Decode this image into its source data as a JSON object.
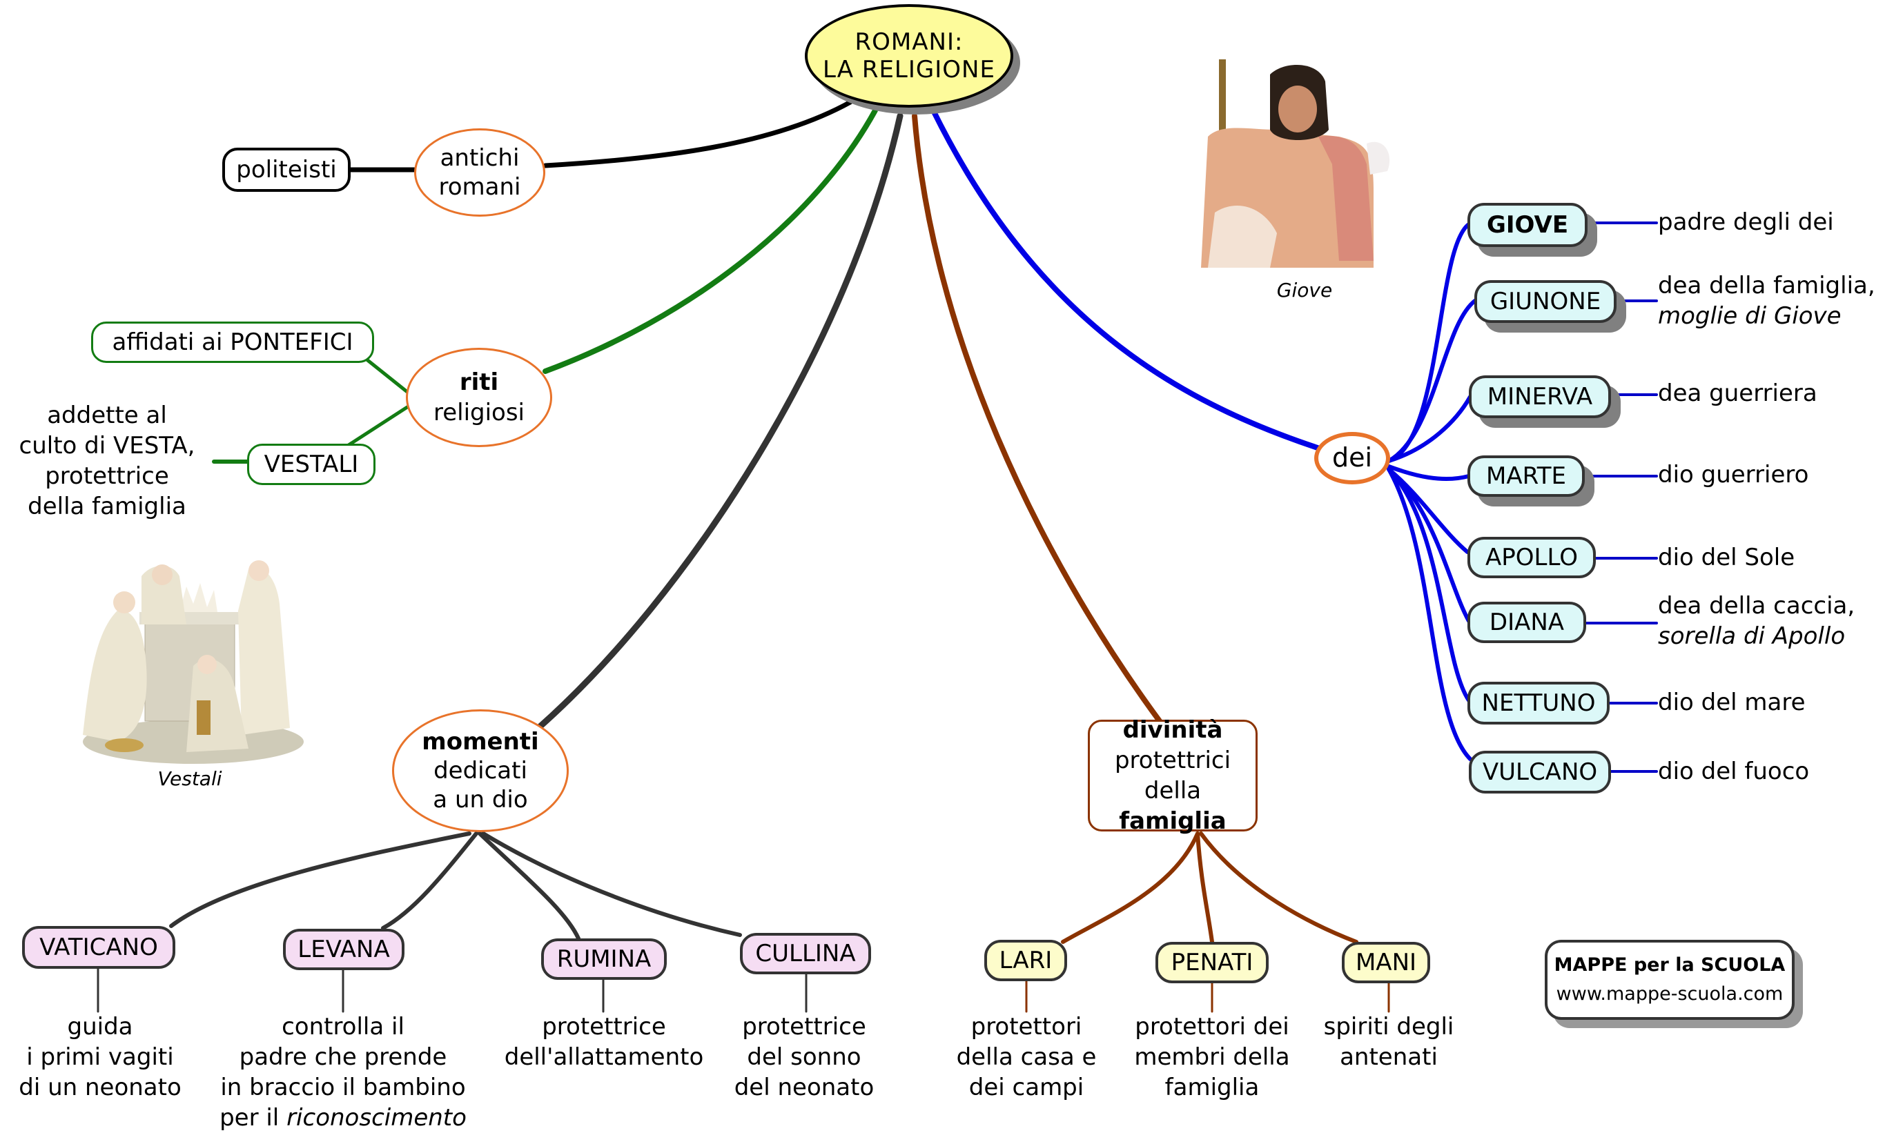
{
  "title": {
    "line1": "ROMANI:",
    "line2": "LA RELIGIONE"
  },
  "colors": {
    "center_fill": "#fdfb9b",
    "branch_black": "#000000",
    "branch_green": "#137c13",
    "branch_darkgray": "#333333",
    "branch_brown": "#8b3300",
    "branch_blue": "#0000e6",
    "ellipse_border": "#e8732a"
  },
  "antichi_romani": {
    "label_line1": "antichi",
    "label_line2": "romani",
    "child": "politeisti"
  },
  "riti": {
    "label_bold": "riti",
    "label_rest": "religiosi",
    "pontefici": "affidati ai PONTEFICI",
    "vestali": "VESTALI",
    "vestali_desc": [
      "addette al",
      "culto di VESTA,",
      "protettrice",
      "della famiglia"
    ],
    "image_caption": "Vestali",
    "image_icon": "vestal-virgins-painting"
  },
  "momenti": {
    "label_bold": "momenti",
    "label_line2": "dedicati",
    "label_line3": "a un dio",
    "children": [
      {
        "name": "VATICANO",
        "desc": [
          "guida",
          "i primi vagiti",
          "di un neonato"
        ]
      },
      {
        "name": "LEVANA",
        "desc": [
          "controlla il",
          "padre che prende",
          "in braccio il bambino"
        ],
        "desc_last_plain": "per il ",
        "desc_last_italic": "riconoscimento"
      },
      {
        "name": "RUMINA",
        "desc": [
          "protettrice",
          "dell'allattamento"
        ]
      },
      {
        "name": "CULLINA",
        "desc": [
          "protettrice",
          "del sonno",
          "del neonato"
        ]
      }
    ]
  },
  "divinita": {
    "label_bold1": "divinità",
    "label_line2": "protettrici",
    "label_line3_plain": "della ",
    "label_line3_bold": "famiglia",
    "children": [
      {
        "name": "LARI",
        "desc": [
          "protettori",
          "della casa e",
          "dei campi"
        ]
      },
      {
        "name": "PENATI",
        "desc": [
          "protettori dei",
          "membri della",
          "famiglia"
        ]
      },
      {
        "name": "MANI",
        "desc": [
          "spiriti degli",
          "antenati"
        ]
      }
    ]
  },
  "dei": {
    "label": "dei",
    "image_caption": "Giove",
    "image_icon": "jupiter-painting",
    "gods": [
      {
        "name": "GIOVE",
        "desc": "padre degli dei",
        "desc_italic": ""
      },
      {
        "name": "GIUNONE",
        "desc": "dea della famiglia,",
        "desc_italic": "moglie di Giove"
      },
      {
        "name": "MINERVA",
        "desc": "dea guerriera",
        "desc_italic": ""
      },
      {
        "name": "MARTE",
        "desc": "dio guerriero",
        "desc_italic": ""
      },
      {
        "name": "APOLLO",
        "desc": "dio del Sole",
        "desc_italic": ""
      },
      {
        "name": "DIANA",
        "desc": "dea della caccia,",
        "desc_italic": "sorella di Apollo"
      },
      {
        "name": "NETTUNO",
        "desc": "dio del mare",
        "desc_italic": ""
      },
      {
        "name": "VULCANO",
        "desc": "dio del fuoco",
        "desc_italic": ""
      }
    ]
  },
  "footer": {
    "brand": "MAPPE per la SCUOLA",
    "url": "www.mappe-scuola.com"
  }
}
